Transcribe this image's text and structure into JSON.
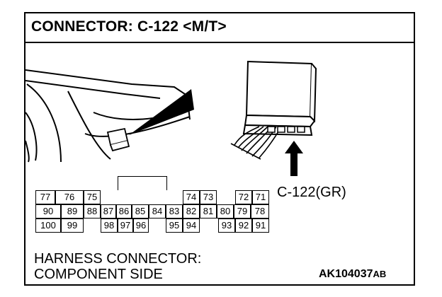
{
  "title": "CONNECTOR: C-122 <M/T>",
  "connector_label": "C-122(GR)",
  "caption": {
    "line1": "HARNESS CONNECTOR:",
    "line2": "COMPONENT SIDE"
  },
  "ref_code": {
    "main": "AK104037",
    "suffix": "AB"
  },
  "pins": {
    "row1": [
      "77",
      "76",
      "75",
      "74",
      "73",
      "72",
      "71"
    ],
    "row2": [
      "90",
      "89",
      "88",
      "87",
      "86",
      "85",
      "84",
      "83",
      "82",
      "81",
      "80",
      "79",
      "78"
    ],
    "row3": [
      "100",
      "99",
      "98",
      "97",
      "96",
      "95",
      "94",
      "93",
      "92",
      "91"
    ]
  }
}
